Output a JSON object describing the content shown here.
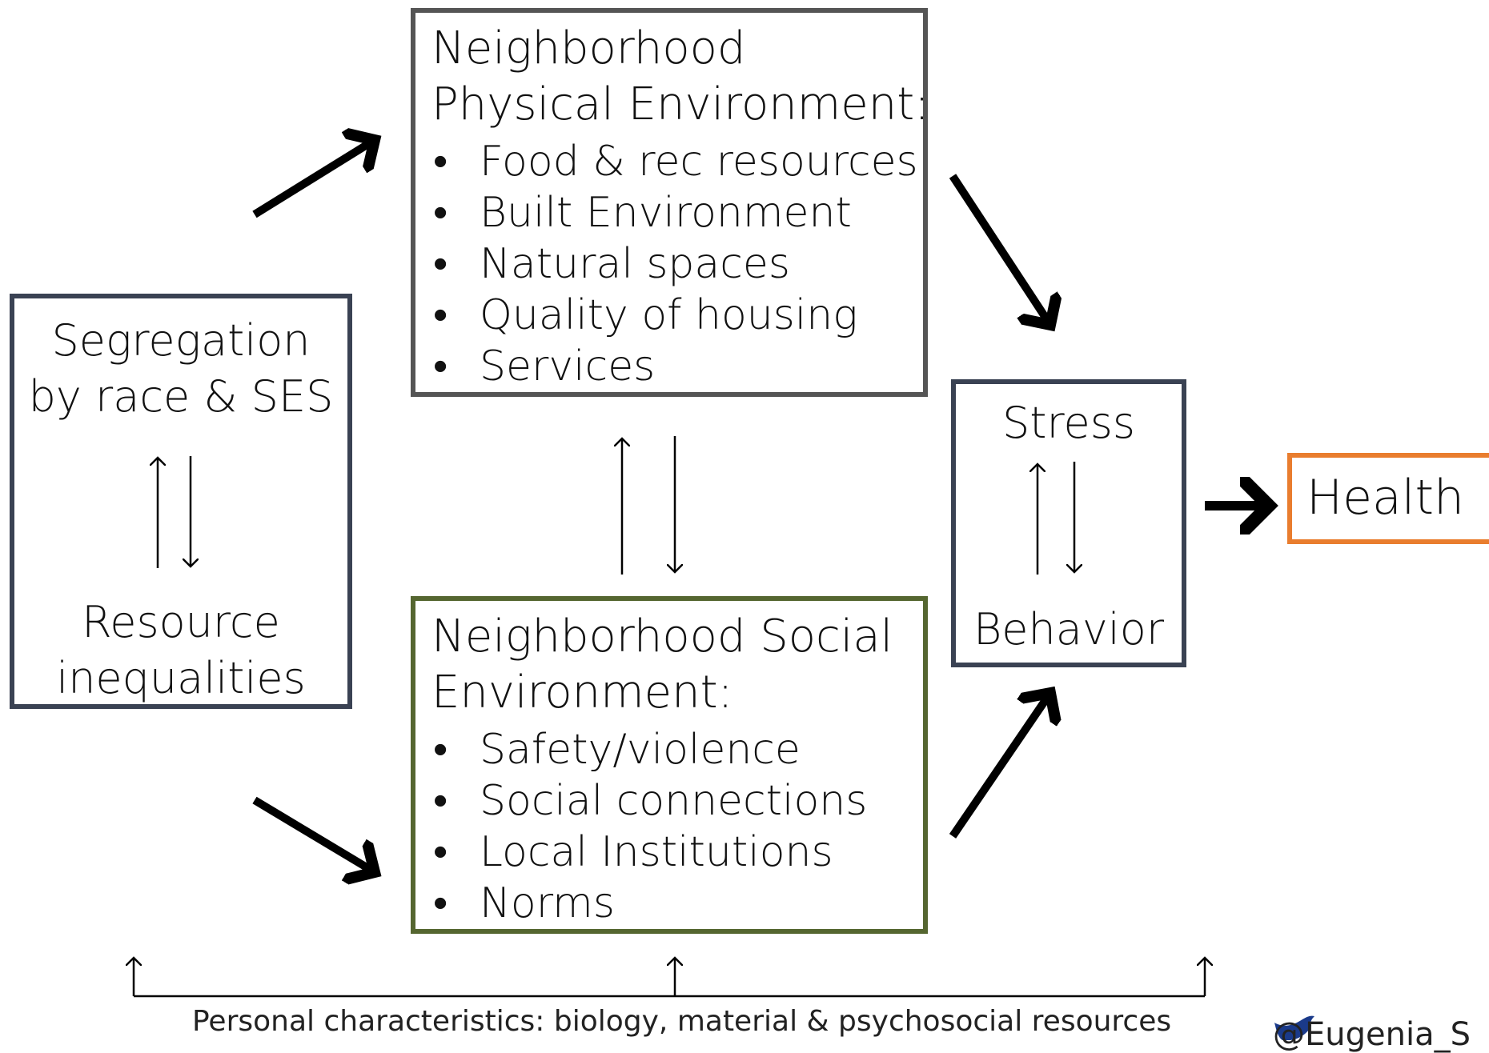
{
  "segregation": {
    "line1": "Segregation",
    "line2": "by race & SES",
    "line3": "Resource",
    "line4": "inequalities"
  },
  "physical": {
    "title1": "Neighborhood",
    "title2": "Physical Environment:",
    "items": [
      "Food & rec resources",
      "Built Environment",
      "Natural spaces",
      "Quality of housing",
      "Services"
    ]
  },
  "social": {
    "title1": "Neighborhood Social",
    "title2": "Environment:",
    "items": [
      "Safety/violence",
      "Social connections",
      "Local Institutions",
      "Norms"
    ]
  },
  "stress_behavior": {
    "top": "Stress",
    "bottom": "Behavior"
  },
  "health": {
    "label": "Health"
  },
  "footer": {
    "label": "Personal characteristics: biology, material & psychosocial resources"
  },
  "attribution": {
    "handle": "@Eugenia_S",
    "icon": "bird-icon"
  },
  "colors": {
    "physical_border": "#555555",
    "social_border": "#556630",
    "segregation_border": "#3a4253",
    "health_border": "#e97d2e"
  },
  "bullet": "•"
}
